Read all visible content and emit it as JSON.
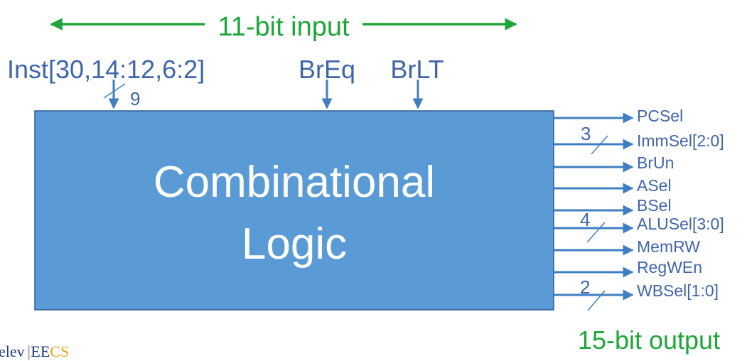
{
  "colors": {
    "block_fill": "#5b9bd5",
    "block_stroke": "#2f5f94",
    "signal_blue": "#3f7fc1",
    "label_blue": "#3f66a8",
    "label_green": "#1fa53a",
    "footer_navy": "#1f3a78",
    "footer_gold": "#e2a51b"
  },
  "input_bus": {
    "label": "11-bit input"
  },
  "inputs": [
    {
      "label": "Inst[30,14:12,6:2]",
      "width": "9"
    },
    {
      "label": "BrEq"
    },
    {
      "label": "BrLT"
    }
  ],
  "block": {
    "line1": "Combinational",
    "line2": "Logic"
  },
  "outputs": [
    {
      "label": "PCSel",
      "width": ""
    },
    {
      "label": "ImmSel[2:0]",
      "width": "3"
    },
    {
      "label": "BrUn",
      "width": ""
    },
    {
      "label": "ASel",
      "width": ""
    },
    {
      "label": "BSel",
      "width": ""
    },
    {
      "label": "ALUSel[3:0]",
      "width": "4"
    },
    {
      "label": "MemRW",
      "width": ""
    },
    {
      "label": "RegWEn",
      "width": ""
    },
    {
      "label": "WBSel[1:0]",
      "width": "2"
    }
  ],
  "output_bus": {
    "label": "15-bit output"
  },
  "footer": {
    "part1": "elev",
    "part2": "EE",
    "part3": "CS"
  }
}
